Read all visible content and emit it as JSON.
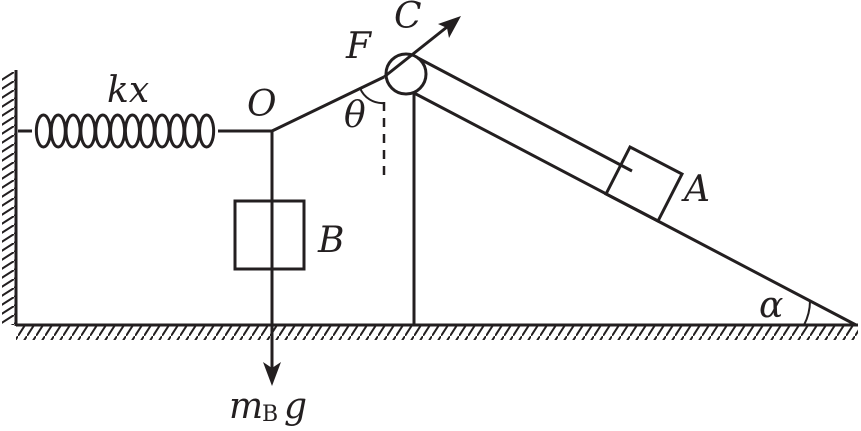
{
  "labels": {
    "spring_force": "kx",
    "node_o": "O",
    "force_f": "F",
    "pulley_c": "C",
    "angle_theta": "θ",
    "block_a": "A",
    "block_b": "B",
    "angle_alpha": "α",
    "weight_m": "m",
    "weight_sub": "B",
    "weight_g": "g"
  },
  "colors": {
    "ink": "#231f20",
    "background": "#ffffff"
  }
}
